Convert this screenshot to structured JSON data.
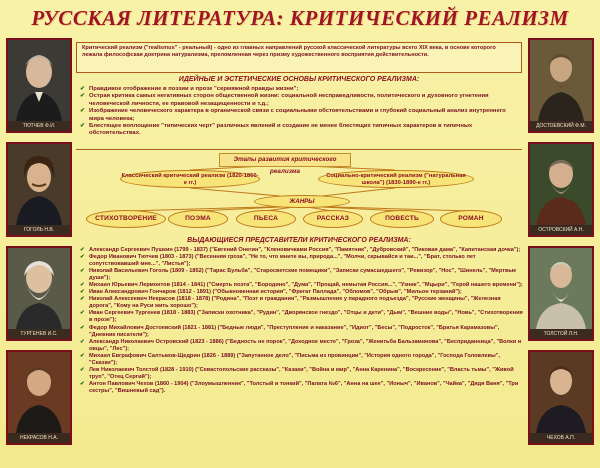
{
  "title": "РУССКАЯ ЛИТЕРАТУРА:  КРИТИЧЕСКИЙ РЕАЛИЗМ",
  "intro": "Критический реализм (\"realismus\" - реальный) - одно из главных направлений русской классической литературы всего XIX века, в основе которого лежала философская доктрина натурализма, преломленная через призму художественного восприятия действительности.",
  "basics_heading": "ИДЕЙНЫЕ И ЭСТЕТИЧЕСКИЕ ОСНОВЫ КРИТИЧЕСКОГО РЕАЛИЗМА:",
  "basics": [
    "Правдивое отображение в поэзии и прозе \"сермяжной правды жизни\";",
    "Острая критика самых негативных сторон общественной жизни: социальной несправедливости, политического и духовного угнетения человеческой личности, ее правовой незащищенности и т.д.;",
    "Изображение человеческого характера в органической связи с социальными обстоятельствами и глубокий социальный анализ внутреннего мира человека;",
    "Блестящее воплощение \"типических черт\" различных явлений и создание не менее блестящих типичных характеров в типичных обстоятельствах."
  ],
  "stages_label": "Этапы развития критического реализма",
  "stage_classic": "Классический критический реализм (1820-1860-е гг.)",
  "stage_social": "Социально-критический реализм (\"натуральная школа\") (1830-1890-е гг.)",
  "genres_label": "ЖАНРЫ",
  "genres": [
    "СТИХОТВОРЕНИЕ",
    "ПОЭМА",
    "ПЬЕСА",
    "РАССКАЗ",
    "ПОВЕСТЬ",
    "РОМАН"
  ],
  "representatives_heading": "ВЫДАЮЩИЕСЯ ПРЕДСТАВИТЕЛИ КРИТИЧЕСКОГО РЕАЛИЗМА:",
  "writers": [
    "Александр Сергеевич Пушкин (1799 - 1837) (\"Евгений Онегин\", \"Кленовичками Россия\", \"Памятник\", \"Дубровский\", \"Пиковая дама\", \"Капитанская дочка\");",
    "Федор Иванович Тютчев (1803 - 1873) (\"Весенняя гроза\", \"Не то, что мните вы, природа...\", \"Молчи, скрывайся и таи...\", \"Брат, столько лет сопутствовавший мне...\", \"Листья\");",
    "Николай Васильевич Гоголь (1809 - 1852) (\"Тарас Бульба\", \"Старосветские помещики\", \"Записки сумасшедшего\", \"Ревизор\", \"Нос\", \"Шинель\", \"Мертвые души\");",
    "Михаил Юрьевич Лермонтов (1814 - 1841) (\"Смерть поэта\", \"Бородино\", \"Дума\", \"Прощай, немытая Россия...\", \"Узник\", \"Мцыри\", \"Герой нашего времени\");",
    "Иван Александрович Гончаров (1812 - 1891) (\"Обыкновенная история\", \"Фрегат Паллада\", \"Обломов\", \"Обрыв\", \"Мильон терзаний\");",
    "Николай Алексеевич Некрасов (1818 - 1878) (\"Родина\", \"Поэт и гражданин\", \"Размышление у парадного подъезда\", \"Русские женщины\", \"Железная дорога\", \"Кому на Руси жить хорошо\");",
    "Иван Сергеевич Тургенев (1818 - 1883) (\"Записки охотника\", \"Рудин\", \"Дворянское гнездо\", \"Отцы и дети\", \"Дым\", \"Вешние воды\", \"Новь\", \"Стихотворения в прозе\");",
    "Федор Михайлович Достоевский (1821 - 1881) (\"Бедные люди\", \"Преступление и наказание\", \"Идиот\", \"Бесы\", \"Подросток\", \"Братья Карамазовы\", \"Дневник писателя\");",
    "Александр Николаевич Островский (1823 - 1886) (\"Бедность не порок\", \"Доходное место\", \"Гроза\", \"Женитьба Бальзаминова\", \"Бесприданница\", \"Волки и овцы\", \"Лес\");",
    "Михаил Евграфович Салтыков-Щедрин (1826 - 1889) (\"Запутанное дело\", \"Письма из провинции\", \"История одного города\", \"Господа Головлевы\", \"Сказки\");",
    "Лев Николаевич Толстой (1828 - 1910) (\"Севастопольские рассказы\", \"Казаки\", \"Война и мир\", \"Анна Каренина\", \"Воскресение\", \"Власть тьмы\", \"Живой труп\", \"Отец Сергий\");",
    "Антон Павлович Чехов (1860 - 1904) (\"Злоумышленник\", \"Толстый и тонкий\", \"Палата №6\", \"Анна на шее\", \"Ионыч\", \"Иванов\", \"Чайка\", \"Дядя Ваня\", \"Три сестры\", \"Вишневый сад\")."
  ],
  "portraits_left": [
    {
      "caption": "ТЮТЧЕВ Ф.И."
    },
    {
      "caption": "ГОГОЛЬ Н.В."
    },
    {
      "caption": "ТУРГЕНЕВ И.С."
    },
    {
      "caption": "НЕКРАСОВ Н.А."
    }
  ],
  "portraits_right": [
    {
      "caption": "ДОСТОЕВСКИЙ Ф.М."
    },
    {
      "caption": "ОСТРОВСКИЙ А.Н."
    },
    {
      "caption": "ТОЛСТОЙ Л.Н."
    },
    {
      "caption": "ЧЕХОВ А.П."
    }
  ],
  "colors": {
    "background": "#f6ee9a",
    "text": "#8a1020",
    "frame": "#7a0f1c",
    "check": "#2a6a1a"
  }
}
